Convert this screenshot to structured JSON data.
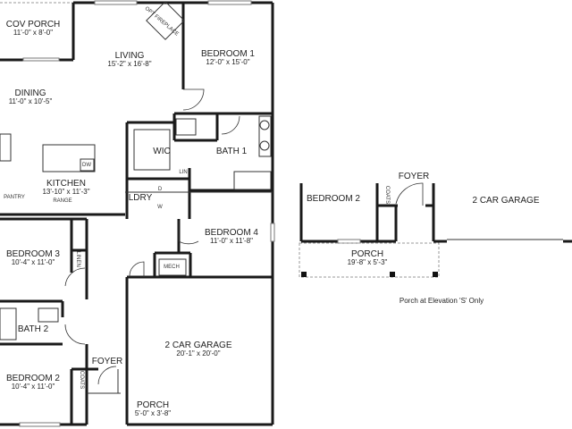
{
  "rooms": {
    "cov_porch": {
      "name": "COV PORCH",
      "dim": "11'-0\" x 8'-0\""
    },
    "living": {
      "name": "LIVING",
      "dim": "15'-2\" x 16'-8\""
    },
    "bedroom1": {
      "name": "BEDROOM 1",
      "dim": "12'-0\" x 15'-0\""
    },
    "dining": {
      "name": "DINING",
      "dim": "11'-0\" x 10'-5\""
    },
    "wic": {
      "name": "WIC"
    },
    "bath1": {
      "name": "BATH 1"
    },
    "kitchen": {
      "name": "KITCHEN",
      "dim": "13'-10\" x 11'-3\""
    },
    "ldry": {
      "name": "LDRY"
    },
    "bedroom4": {
      "name": "BEDROOM 4",
      "dim": "11'-0\" x 11'-8\""
    },
    "bedroom3": {
      "name": "BEDROOM 3",
      "dim": "10'-4\" x 11'-0\""
    },
    "bath2": {
      "name": "BATH 2"
    },
    "bedroom2": {
      "name": "BEDROOM 2",
      "dim": "10'-4\" x 11'-0\""
    },
    "foyer": {
      "name": "FOYER"
    },
    "garage": {
      "name": "2 CAR GARAGE",
      "dim": "20'-1\" x 20'-0\""
    },
    "porch": {
      "name": "PORCH",
      "dim": "5'-0\" x 3'-8\""
    }
  },
  "fixtures": {
    "fireplace": "OPT FIREPLACE",
    "dw": "DW",
    "pantry": "PANTRY",
    "range": "RANGE",
    "lin": "LIN",
    "dryer": "D",
    "washer": "W",
    "mech": "MECH",
    "linen": "LINEN",
    "coats": "COATS"
  },
  "alt": {
    "bedroom2": "BEDROOM 2",
    "foyer": "FOYER",
    "coats": "COATS",
    "garage": "2 CAR GARAGE",
    "porch_name": "PORCH",
    "porch_dim": "19'-8\" x 5'-3\"",
    "note": "Porch at Elevation 'S' Only"
  }
}
